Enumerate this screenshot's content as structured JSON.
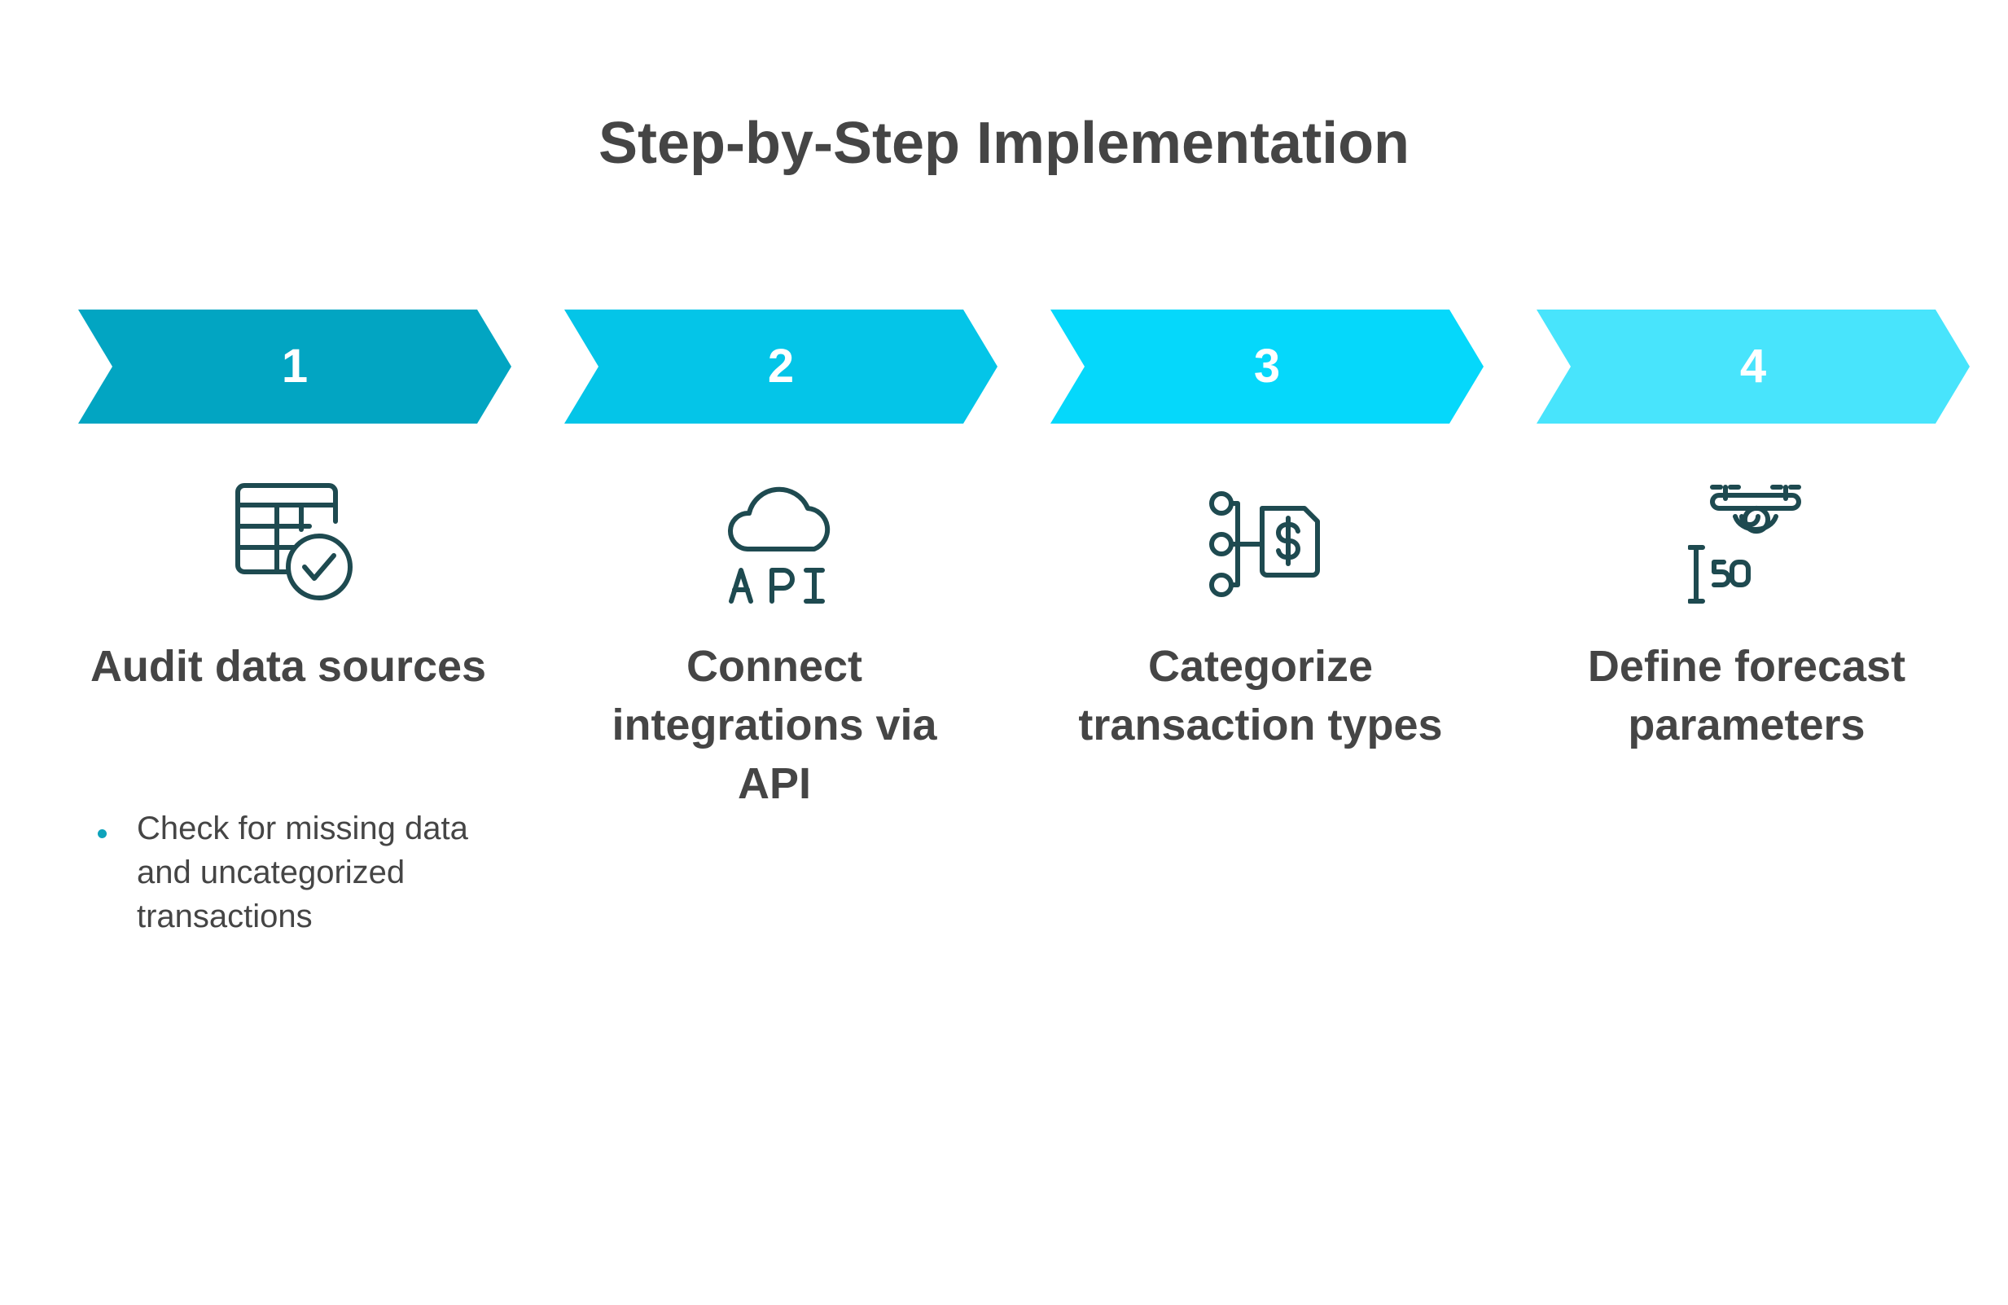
{
  "title": "Step-by-Step Implementation",
  "steps": [
    {
      "number": "1",
      "color": "#02a5c2",
      "icon": "table-check-icon",
      "title": "Audit data sources",
      "bullets": [
        "Check for missing data and uncategorized transactions"
      ]
    },
    {
      "number": "2",
      "color": "#04c5e8",
      "icon": "cloud-api-icon",
      "title": "Connect integrations via API",
      "bullets": []
    },
    {
      "number": "3",
      "color": "#05d8fb",
      "icon": "document-dollar-branch-icon",
      "title": "Categorize transaction types",
      "bullets": []
    },
    {
      "number": "4",
      "color": "#48e4fc",
      "icon": "drone-altitude-icon",
      "title": "Define forecast parameters",
      "bullets": []
    }
  ],
  "icon_color": "#1e4a50"
}
